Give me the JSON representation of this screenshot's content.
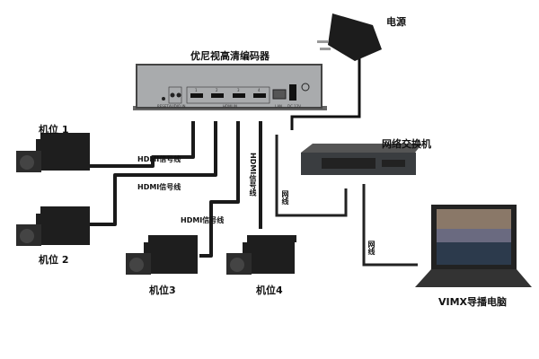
{
  "title": "优尼视高清编码器",
  "encoder_ports": {
    "reset": "RESET",
    "audio": "AUDIO IN",
    "hdmi_in": "HDMI IN",
    "lan": "LAN",
    "dc": "DC 12V",
    "port_numbers": [
      "1",
      "2",
      "3",
      "4"
    ]
  },
  "power": "电源",
  "switch": "网络交换机",
  "computer": "VIMX导播电脑",
  "cameras": [
    "机位 1",
    "机位 2",
    "机位3",
    "机位4"
  ],
  "cables": {
    "hdmi1": "HDMI信号线",
    "hdmi2": "HDMI信号线",
    "hdmi3": "HDMI信号线",
    "hdmi4": "HDMI信号线",
    "lan1": "网线",
    "lan2": "网线"
  }
}
